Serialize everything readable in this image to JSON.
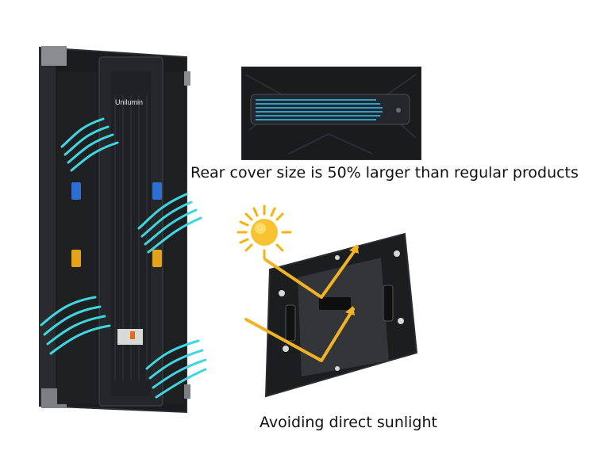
{
  "captions": {
    "rear_cover": "Rear cover size is 50% larger than regular products",
    "sunlight": "Avoiding direct sunlight"
  },
  "panel": {
    "brand_text": "Unilumin"
  },
  "colors": {
    "airflow": "#3fd6e0",
    "sun": "#f6b30b",
    "arrow": "#f0b323",
    "panel": "#1e1f21",
    "glow": "#2ec8ff",
    "connector": "#e3a21a"
  },
  "icons": [
    "airflow-icon",
    "sun-icon",
    "arrow-icon"
  ]
}
